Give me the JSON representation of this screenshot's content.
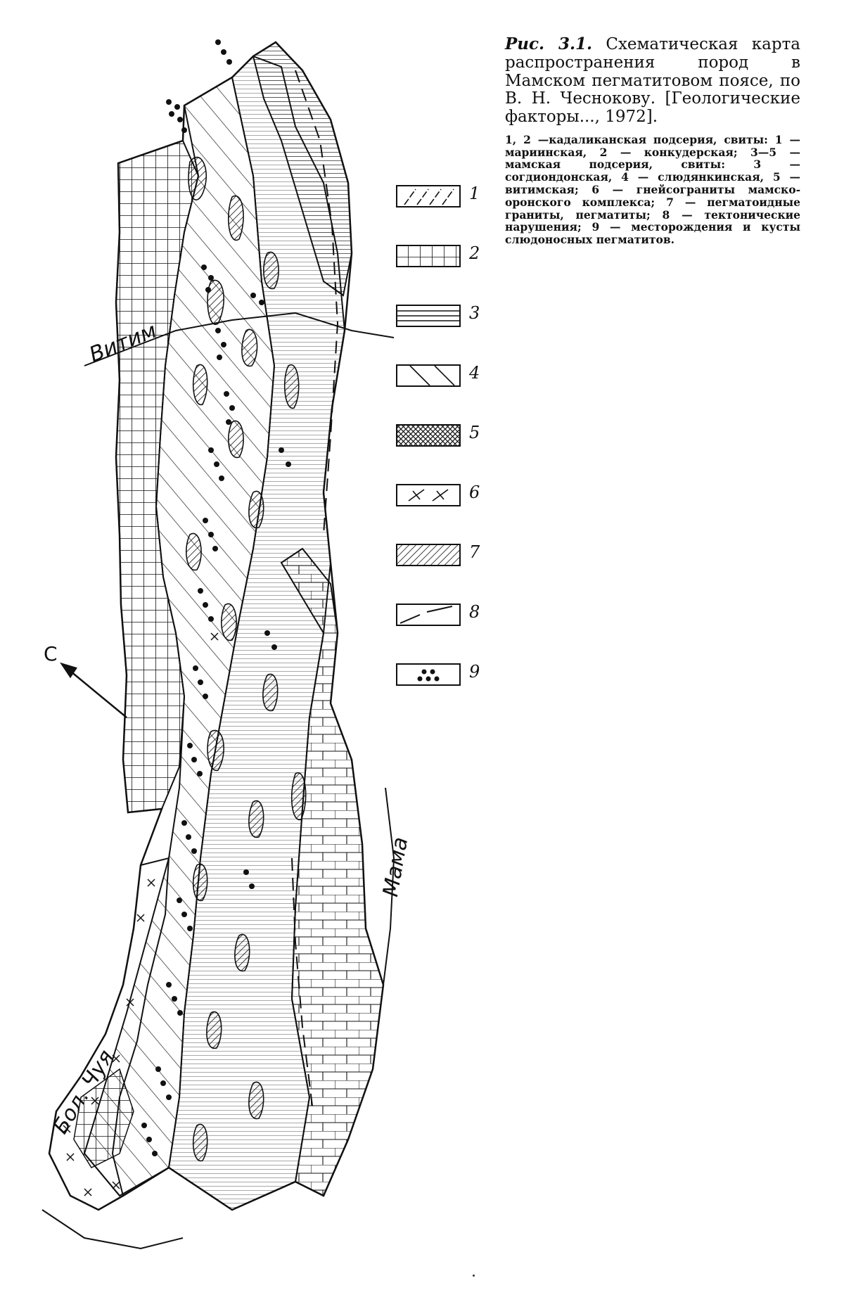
{
  "caption": {
    "figure_label": "Рис. 3.1.",
    "title": "Схематическая карта распространения пород в Мамском пегматитовом поясе, по В. Н. Чеснокову. [Геологические факторы..., 1972].",
    "body": "1, 2 —кадаликанская подсерия, свиты: 1 — мариинская, 2 — конкудерская; 3—5 — мамская подсерия, свиты: 3 — согдиондонская, 4 — слюдянкинская, 5 — витимская; 6 — гнейсограниты мамско-оронского комплекса; 7 — пегматоидные граниты, пегматиты; 8 — тектонические нарушения; 9 — месторождения и кусты слюдоносных пегматитов."
  },
  "legend": {
    "items": [
      {
        "num": "1",
        "pattern": "dashed-diagonal"
      },
      {
        "num": "2",
        "pattern": "crosshatch-dotted"
      },
      {
        "num": "3",
        "pattern": "horizontal-lines"
      },
      {
        "num": "4",
        "pattern": "sparse-diagonal"
      },
      {
        "num": "5",
        "pattern": "dense-crosshatch"
      },
      {
        "num": "6",
        "pattern": "crosses"
      },
      {
        "num": "7",
        "pattern": "dense-diagonal"
      },
      {
        "num": "8",
        "pattern": "fault-line"
      },
      {
        "num": "9",
        "pattern": "dots"
      }
    ]
  },
  "map": {
    "rivers": {
      "vitim": "Витим",
      "mama": "Мама",
      "bol_chuya": "Бол. Чуя"
    },
    "north_arrow_label": "С"
  },
  "colors": {
    "ink": "#111111",
    "paper": "#ffffff"
  }
}
